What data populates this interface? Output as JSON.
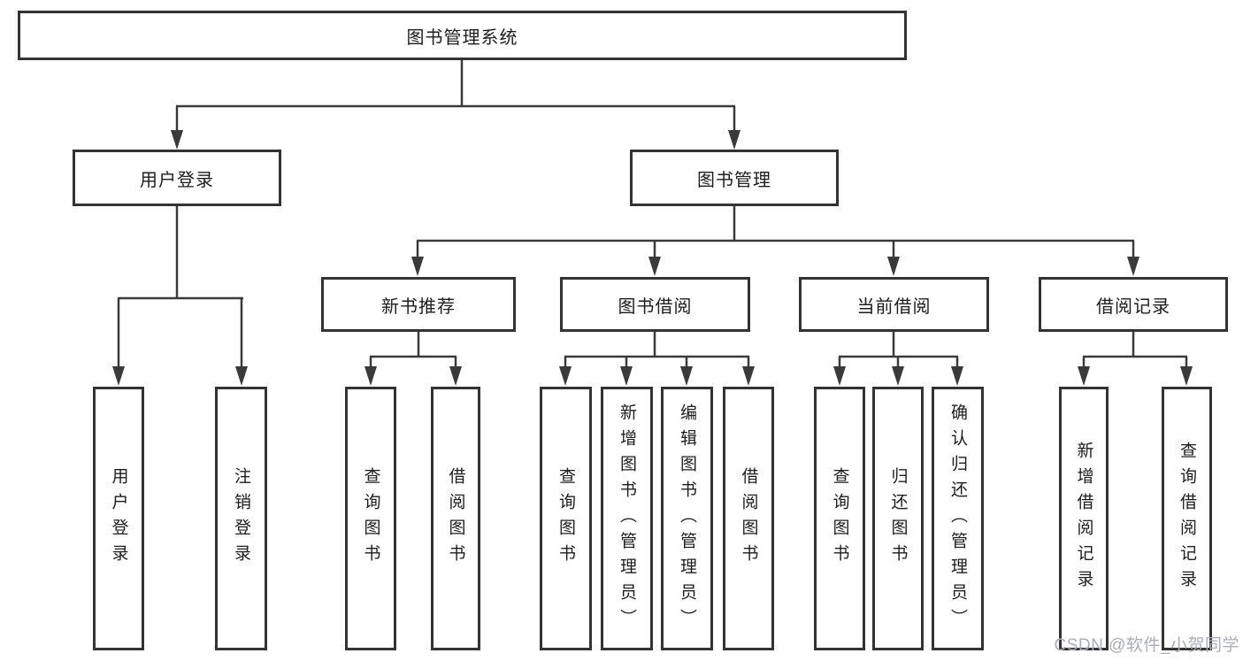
{
  "diagram_title": "图书管理系统",
  "colors": {
    "box_border": "#333333",
    "connector_line": "#3a3a3a",
    "text": "#1d1d1d",
    "watermark": "#a9aeb8",
    "background": "#ffffff"
  },
  "tree": {
    "root": {
      "label": "图书管理系统",
      "children": [
        {
          "label": "用户登录",
          "children": [
            {
              "label": "用户登录"
            },
            {
              "label": "注销登录"
            }
          ]
        },
        {
          "label": "图书管理",
          "children": [
            {
              "label": "新书推荐",
              "children": [
                {
                  "label": "查询图书"
                },
                {
                  "label": "借阅图书"
                }
              ]
            },
            {
              "label": "图书借阅",
              "children": [
                {
                  "label": "查询图书"
                },
                {
                  "label": "新增图书（管理员）"
                },
                {
                  "label": "编辑图书（管理员）"
                },
                {
                  "label": "借阅图书"
                }
              ]
            },
            {
              "label": "当前借阅",
              "children": [
                {
                  "label": "查询图书"
                },
                {
                  "label": "归还图书"
                },
                {
                  "label": "确认归还（管理员）"
                }
              ]
            },
            {
              "label": "借阅记录",
              "children": [
                {
                  "label": "新增借阅记录"
                },
                {
                  "label": "查询借阅记录"
                }
              ]
            }
          ]
        }
      ]
    }
  },
  "watermark": {
    "text": "CSDN @软件_小贺同学"
  }
}
